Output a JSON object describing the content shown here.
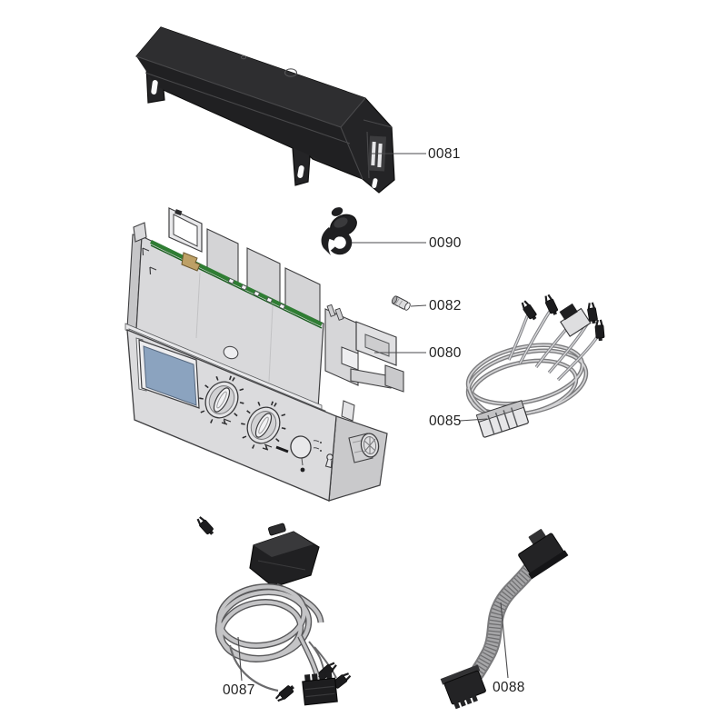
{
  "figure": {
    "kind": "appliance-exploded-parts-diagram",
    "background": "#ffffff"
  },
  "colors": {
    "outline": "#3c3c3e",
    "dark_part": "#242426",
    "light_part": "#dbdbdd",
    "display_blue": "#8ba3bf",
    "pcb_green": "#2f7d33",
    "wire_gray": "#85868a",
    "callout_text": "#1f1f1f",
    "leader_line": "#4a4a4c"
  },
  "parts": [
    {
      "callout": "0081"
    },
    {
      "callout": "0090"
    },
    {
      "callout": "0082"
    },
    {
      "callout": "0080"
    },
    {
      "callout": "0085"
    },
    {
      "callout": "0087"
    },
    {
      "callout": "0088"
    }
  ]
}
